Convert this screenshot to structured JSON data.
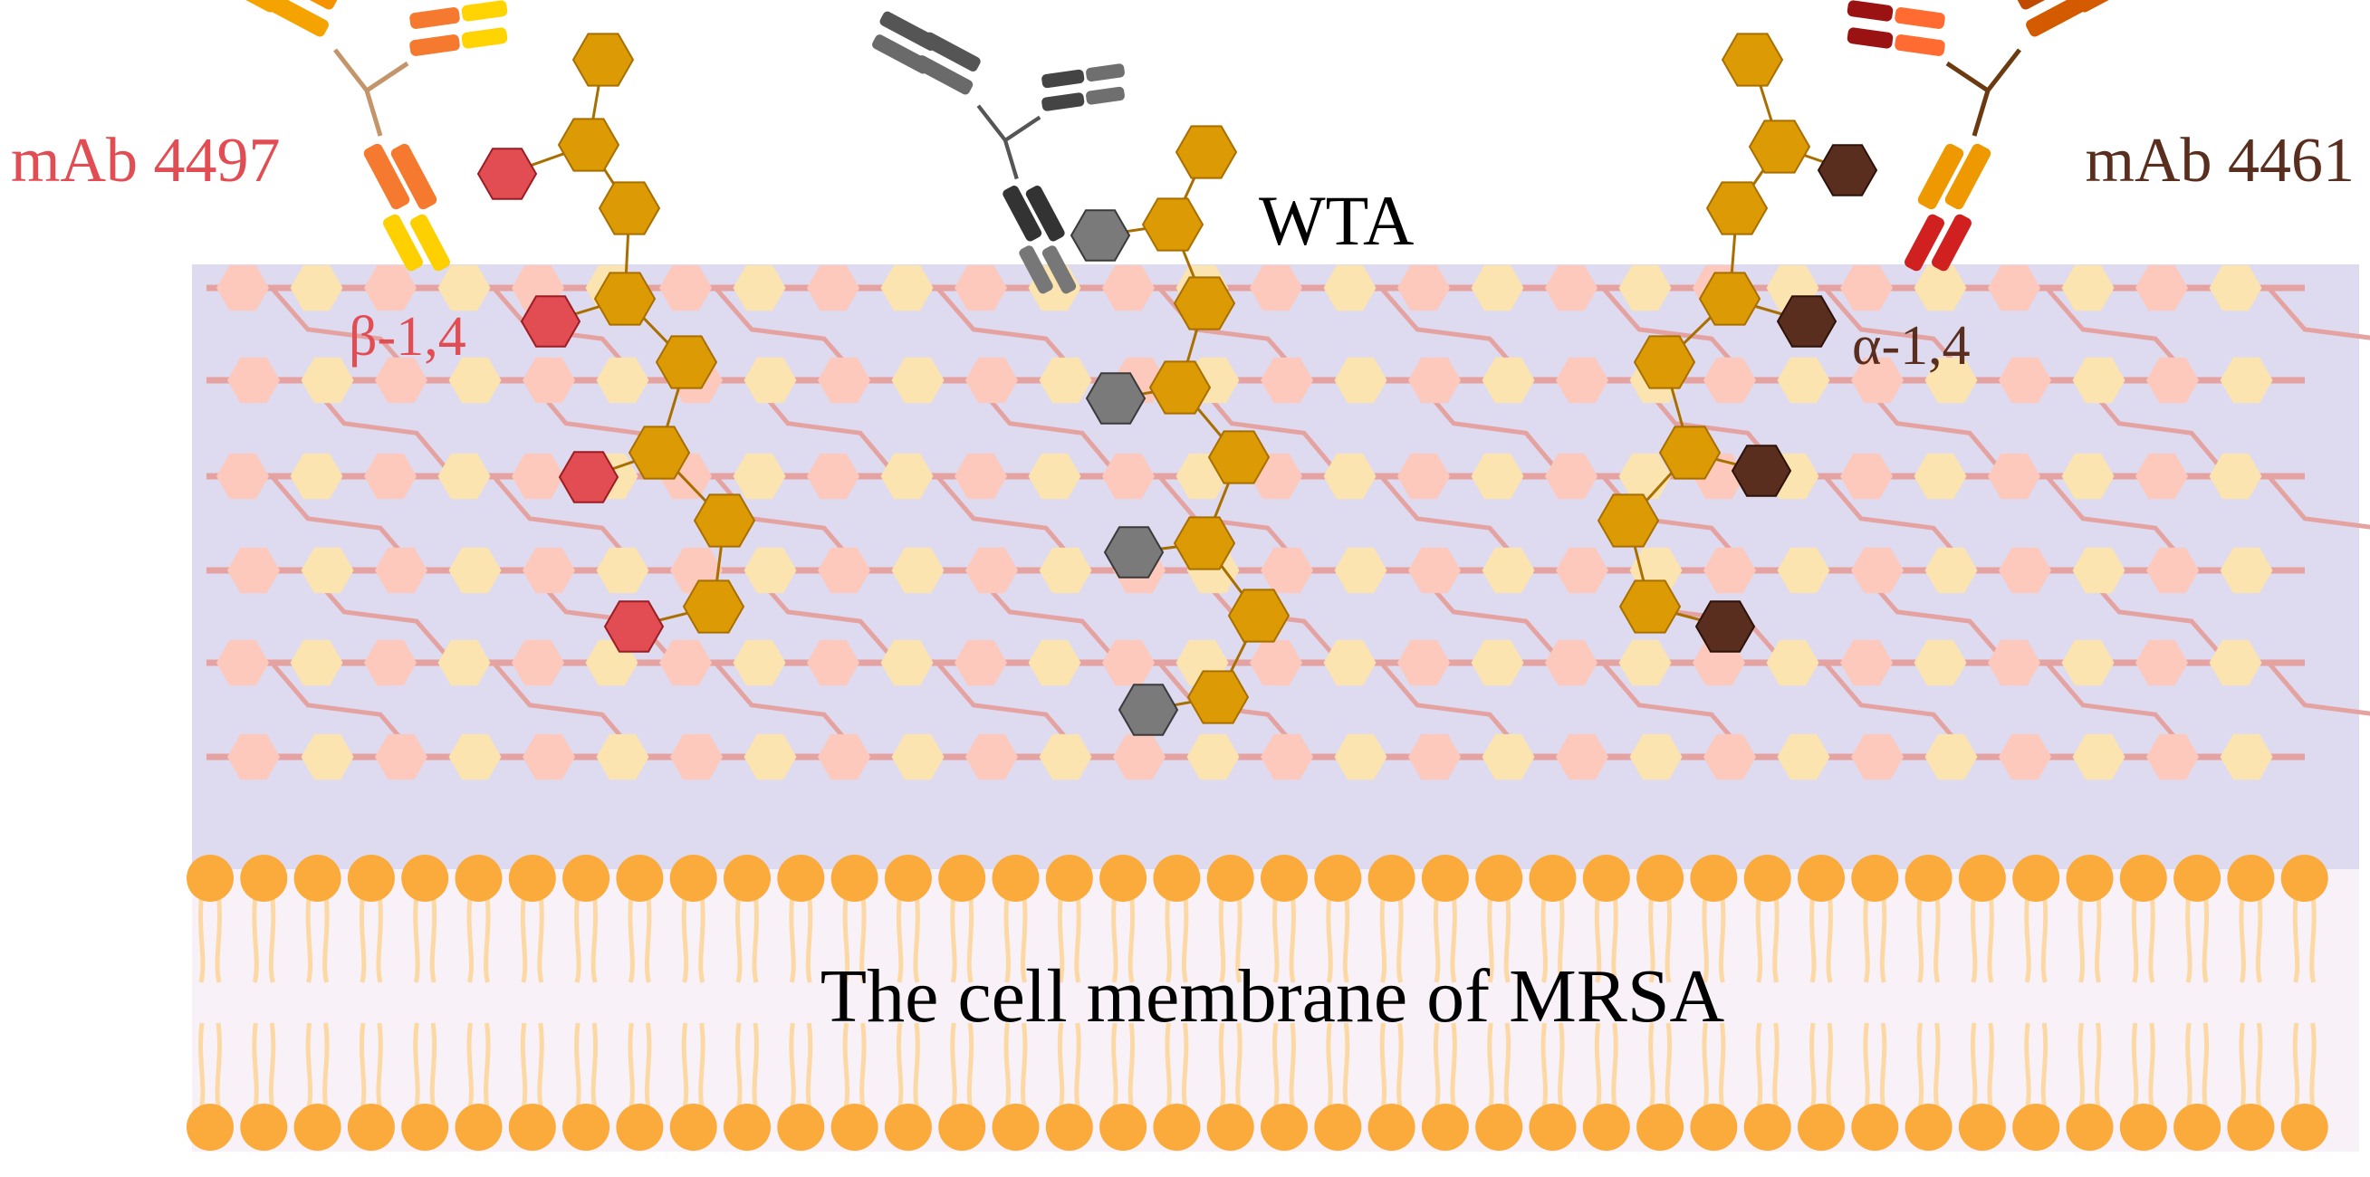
{
  "labels": {
    "mab_left": "mAb 4497",
    "mab_right": "mAb 4461",
    "wta": "WTA",
    "beta": "β-1,4",
    "alpha": "α-1,4",
    "membrane": "The cell membrane of MRSA"
  },
  "colors": {
    "cell_wall_bg": "#dedaf0",
    "membrane_bg": "#f8f1f8",
    "peptidoglycan_pink": "#fcc9bc",
    "peptidoglycan_yellow": "#fbe4b0",
    "crosslink": "#e4a3a0",
    "wta_backbone": "#dc9a05",
    "beta_sugar": "#e14d52",
    "alpha_sugar": "#5a2e1e",
    "gray_sugar": "#7a7a7a",
    "lipid_head": "#fbab3c",
    "lipid_tail": "#fcd9a4",
    "label_red": "#e14d52",
    "label_brown": "#5a2e1e",
    "label_black": "#000000"
  },
  "icons": [
    "antibody-icon",
    "hexose-icon",
    "lipid-icon"
  ]
}
